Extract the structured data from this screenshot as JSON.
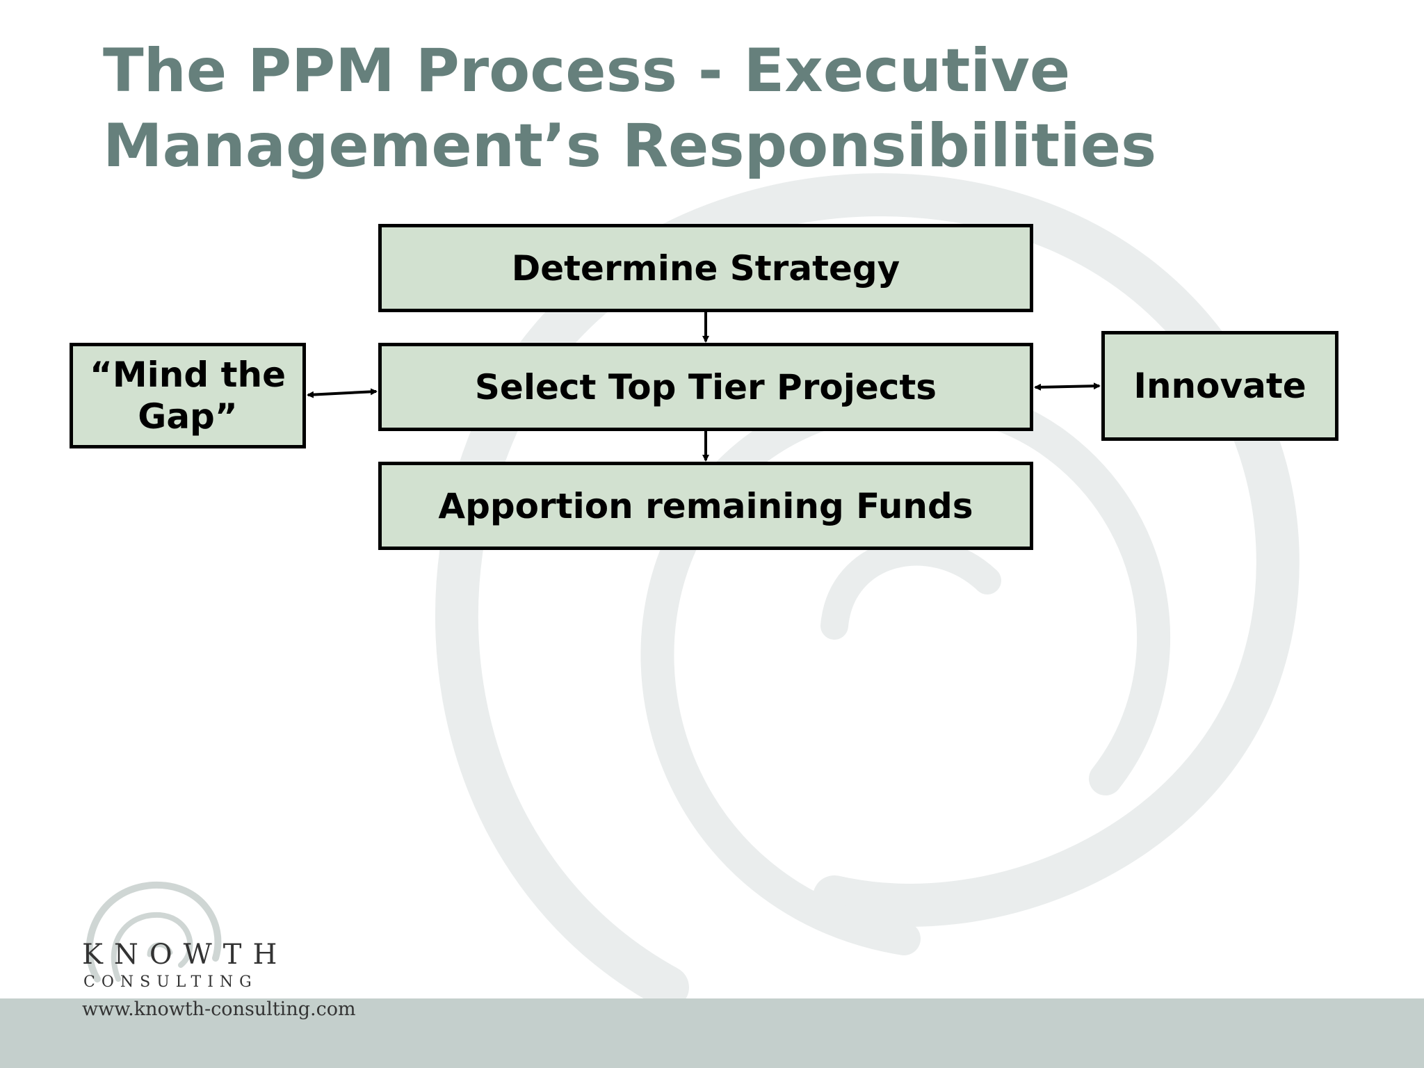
{
  "slide": {
    "title_line1": "The PPM Process - Executive",
    "title_line2": "Management’s Responsibilities"
  },
  "diagram": {
    "nodes": {
      "strategy": "Determine Strategy",
      "select": "Select Top Tier Projects",
      "apportion": "Apportion remaining Funds",
      "gap": "“Mind the Gap”",
      "innovate": "Innovate"
    },
    "edges": [
      {
        "from": "Determine Strategy",
        "to": "Select Top Tier Projects",
        "type": "arrow"
      },
      {
        "from": "Select Top Tier Projects",
        "to": "Apportion remaining Funds",
        "type": "arrow"
      },
      {
        "from": "“Mind the Gap”",
        "to": "Select Top Tier Projects",
        "type": "double-arrow"
      },
      {
        "from": "Select Top Tier Projects",
        "to": "Innovate",
        "type": "double-arrow"
      }
    ]
  },
  "branding": {
    "company": "KNOWTH",
    "tagline": "CONSULTING",
    "url": "www.knowth-consulting.com",
    "icon": "swirl-logo-icon"
  },
  "colors": {
    "title": "#66807c",
    "box_fill": "#d2e1d0",
    "box_border": "#000000",
    "footer_band": "#c4cfcc",
    "swirl": "#e9ecec"
  }
}
